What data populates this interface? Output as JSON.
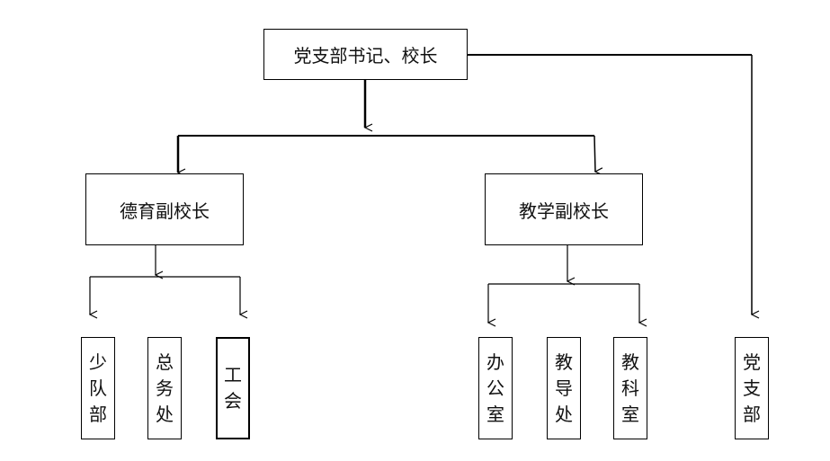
{
  "nodes": {
    "root": "党支部书记、校长",
    "moral_vp": "德育副校长",
    "teaching_vp": "教学副校长",
    "young_pioneers": "少队部",
    "general_affairs": "总务处",
    "union": "工会",
    "office": "办公室",
    "guidance": "教导处",
    "research": "教科室",
    "party_branch": "党支部"
  }
}
